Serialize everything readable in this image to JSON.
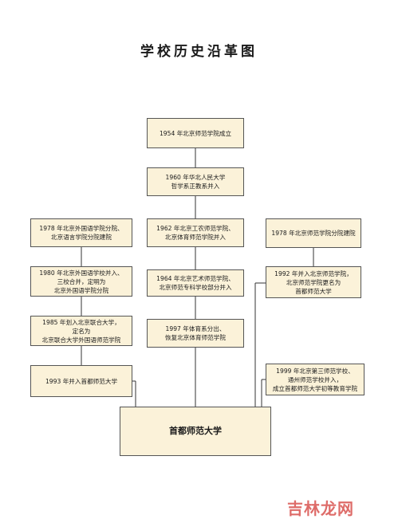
{
  "title": "学校历史沿革图",
  "nodes": {
    "n1954": "1954 年北京师范学院成立",
    "n1960": "1960 年华北人民大学\n哲学系正教系并入",
    "n1962": "1962 年北京工农师范学院、\n北京体育师范学院并入",
    "n1964": "1964 年北京艺术师范学院、\n北京师范专科学校部分并入",
    "n1997": "1997 年体育系分出、\n恢复北京体育师范学院",
    "n1978a": "1978 年北京外国语学院分院、\n北京语言学院分院建院",
    "n1980": "1980 年北京外国语学校并入、\n三校合并，定明为\n北京外国语学院分院",
    "n1985": "1985 年划入北京联合大学，\n定名为\n北京联合大学外国语师范学院",
    "n1993": "1993 年并入首都师范大学",
    "n1978b": "1978 年北京师范学院分院建院",
    "n1992": "1992 年并入北京师范学院，\n北京师范学院更名为\n首都师范大学",
    "n1999": "1999 年北京第三师范学校、\n通州师范学校并入，\n成立首都师范大学初等教育学院",
    "final": "首都师范大学"
  },
  "watermark": "吉林龙网"
}
